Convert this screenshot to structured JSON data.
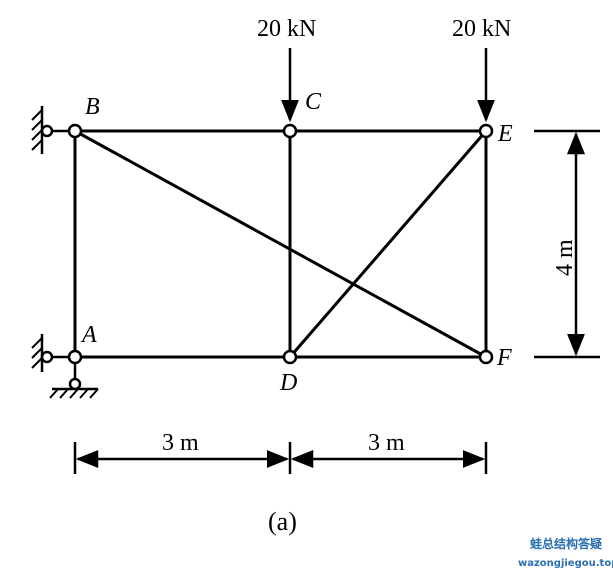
{
  "diagram": {
    "caption": "(a)",
    "nodes": {
      "A": "A",
      "B": "B",
      "C": "C",
      "D": "D",
      "E": "E",
      "F": "F"
    },
    "loads": [
      {
        "at": "C",
        "label": "20 kN"
      },
      {
        "at": "E",
        "label": "20 kN"
      }
    ],
    "dimensions": {
      "span_left": "3 m",
      "span_right": "3 m",
      "height": "4 m"
    },
    "members": [
      [
        "A",
        "B"
      ],
      [
        "B",
        "C"
      ],
      [
        "C",
        "E"
      ],
      [
        "A",
        "D"
      ],
      [
        "D",
        "F"
      ],
      [
        "C",
        "D"
      ],
      [
        "E",
        "F"
      ],
      [
        "B",
        "F"
      ],
      [
        "D",
        "E"
      ]
    ]
  },
  "watermark": {
    "line1": "蛙总结构答疑",
    "line2": "wazongjiegou.top"
  }
}
